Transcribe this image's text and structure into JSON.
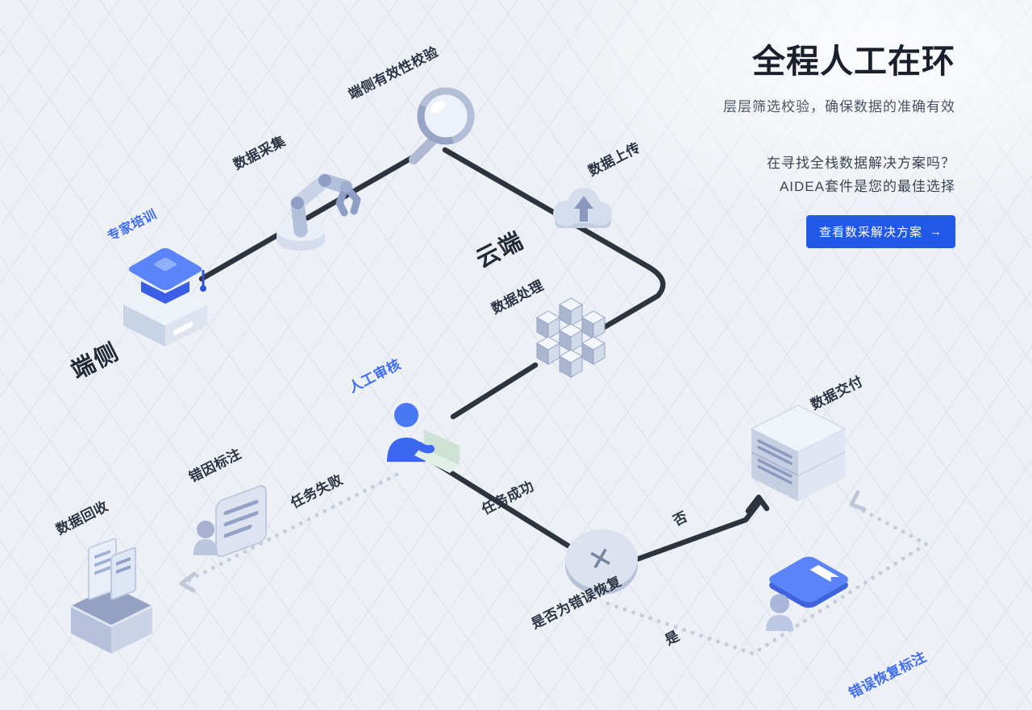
{
  "panel": {
    "title": "全程人工在环",
    "subtitle": "层层筛选校验，确保数据的准确有效",
    "pitch_line1": "在寻找全栈数据解决方案吗？",
    "pitch_line2": "AIDEA套件是您的最佳选择",
    "cta": {
      "label": "查看数采解决方案",
      "arrow": "→"
    }
  },
  "diagram": {
    "labels": {
      "expert_training": "专家培训",
      "edge": "端侧",
      "data_collection": "数据采集",
      "edge_validation": "端侧有效性校验",
      "data_upload": "数据上传",
      "cloud": "云端",
      "data_processing": "数据处理",
      "manual_review": "人工审核",
      "task_failed": "任务失败",
      "task_success": "任务成功",
      "error_cause_annotation": "错因标注",
      "data_recycle": "数据回收",
      "decision_question": "是否为错误恢复",
      "no": "否",
      "yes": "是",
      "data_delivery": "数据交付",
      "error_recovery_annotation": "错误恢复标注",
      "decision_mark": "✕"
    },
    "colors": {
      "accent_blue": "#3e6cf5",
      "cta_blue": "#2158e8",
      "solid_line": "#2e343e",
      "dotted_line": "#c6cedc",
      "label_dark": "#2b3342"
    }
  }
}
